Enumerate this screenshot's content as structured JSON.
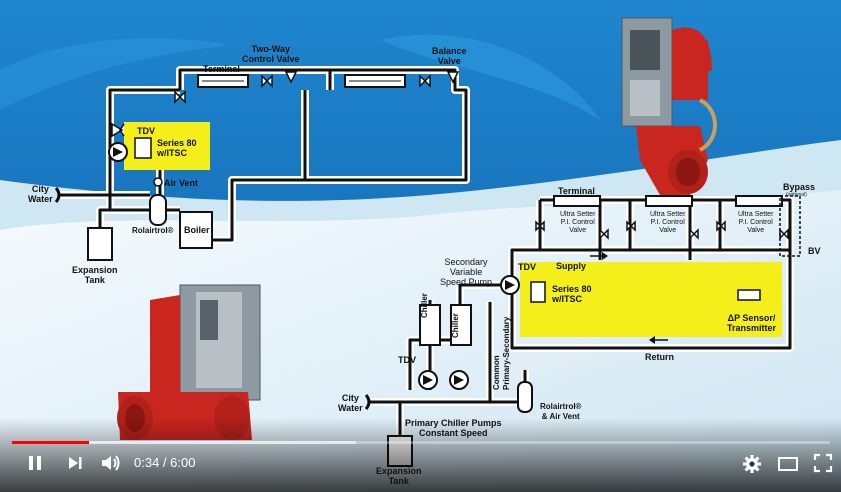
{
  "video": {
    "time_current": "0:34",
    "time_separator": " / ",
    "time_total": "6:00",
    "progress_played": 0.094,
    "progress_buffered": 0.42
  },
  "diagram": {
    "heating": {
      "terminal": "Terminal",
      "two_way_valve": [
        "Two-Way",
        "Control  Valve"
      ],
      "balance_valve": [
        "Balance",
        "Valve"
      ],
      "tdv": "TDV",
      "series80": [
        "Series 80",
        "w/ITSC"
      ],
      "air_vent": "Air Vent",
      "city_water": [
        "City",
        "Water"
      ],
      "rolairtrol": "Rolairtrol®",
      "boiler": "Boiler",
      "expansion_tank": [
        "Expansion",
        "Tank"
      ]
    },
    "chiller": {
      "terminal": "Terminal",
      "bypass": "Bypass",
      "bypass_optional": "(optional)",
      "valve_label": [
        "Ultra Setter",
        "P.I. Control",
        "Valve"
      ],
      "bv": "BV",
      "secondary_pump": [
        "Secondary",
        "Variable",
        "Speed Pump"
      ],
      "tdv_top": "TDV",
      "supply": "Supply",
      "series80": [
        "Series 80",
        "w/ITSC"
      ],
      "dp_sensor": [
        "ΔP Sensor/",
        "Transmitter"
      ],
      "chiller": "Chiller",
      "tdv_bottom": "TDV",
      "common": [
        "Common",
        "Primary-Secondary"
      ],
      "return": "Return",
      "city_water": [
        "City",
        "Water"
      ],
      "rolairtrol": [
        "Rolairtrol®",
        "& Air Vent"
      ],
      "primary_pumps": [
        "Primary Chiller Pumps",
        "Constant Speed"
      ],
      "expansion_tank": [
        "Expansion",
        "Tank"
      ]
    }
  },
  "colors": {
    "sky": "#1e7fc6",
    "water": "#0d62ab",
    "highlight": "#f4ef1a",
    "pump_red": "#c8261f",
    "progress": "#ff0000"
  },
  "icons": [
    "pause-icon",
    "next-icon",
    "volume-icon",
    "settings-icon",
    "theater-mode-icon",
    "fullscreen-icon"
  ]
}
